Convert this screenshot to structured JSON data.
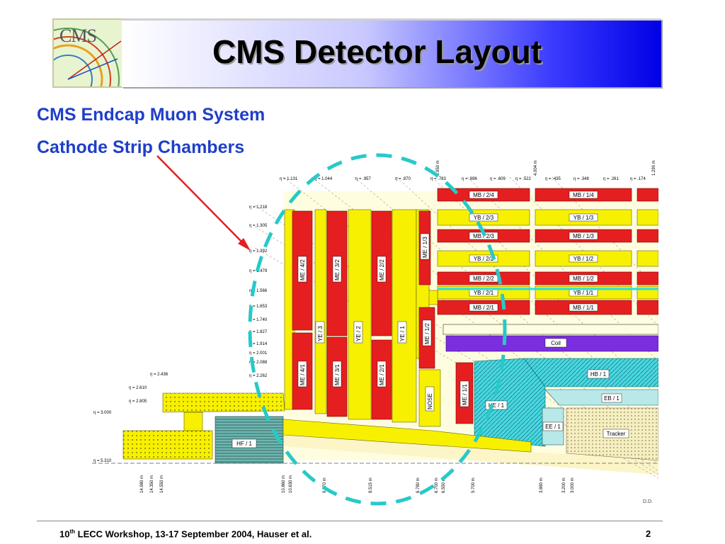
{
  "header": {
    "title": "CMS Detector Layout",
    "logo_text": "CMS"
  },
  "subtitles": {
    "line1": "CMS Endcap Muon System",
    "line2": "Cathode Strip Chambers"
  },
  "diagram": {
    "eta_labels": [
      "η = 1.131",
      "η = 1.044",
      "η = .957",
      "η = .870",
      "η = .783",
      "η = .696",
      "η = .609",
      "η = .522",
      "η = .435",
      "η = .348",
      "η = .261",
      "η = .174"
    ],
    "eta_left": [
      "η = 1.218",
      "η = 1.305",
      "η = 1.392",
      "η = 1.479",
      "η = 1.566",
      "η = 1.653",
      "η = 1.740",
      "η = 1.827",
      "η = 1.914",
      "η = 2.001",
      "η = 2.088",
      "η = 2.262",
      "η = 2.436",
      "η = 2.610",
      "η = 2.805",
      "η = 3.000",
      "η = 5.310"
    ],
    "barrel_rows": [
      {
        "label": "MB / 2/4",
        "label2": "MB / 1/4",
        "type": "mb"
      },
      {
        "label": "YB / 2/3",
        "label2": "YB / 1/3",
        "type": "yb"
      },
      {
        "label": "MB / 2/3",
        "label2": "MB / 1/3",
        "type": "mb"
      },
      {
        "label": "YB / 2/2",
        "label2": "YB / 1/2",
        "type": "yb"
      },
      {
        "label": "MB / 2/2",
        "label2": "MB / 1/2",
        "type": "mb"
      },
      {
        "label": "YB / 2/1",
        "label2": "YB / 1/1",
        "type": "yb"
      },
      {
        "label": "MB / 2/1",
        "label2": "MB / 1/1",
        "type": "mb"
      }
    ],
    "endcap_chambers": [
      "ME / 4/2",
      "ME / 3/2",
      "ME / 2/2",
      "ME / 1/3",
      "ME / 4/1",
      "ME / 3/1",
      "ME / 2/1",
      "ME / 1/2",
      "ME / 1/1"
    ],
    "yokes": [
      "YE / 3",
      "YE / 2",
      "YE / 1"
    ],
    "other_labels": {
      "coil": "Coil",
      "hb": "HB / 1",
      "eb": "EB / 1",
      "he": "HE / 1",
      "ee": "EE / 1",
      "hf": "HF / 1",
      "nose": "NOSE",
      "tracker": "Tracker",
      "credit": "D.D."
    },
    "z_labels": [
      "14.980 m",
      "14.350 m",
      "14.550 m",
      "10.860 m",
      "10.630 m",
      "9.770 m",
      "8.515 m",
      "6.780 m",
      "6.700 m",
      "6.550 m",
      "5.700 m",
      "3.880 m",
      "3.200 m",
      "3.000 m"
    ],
    "r_labels": [
      "6.950 m",
      "4.004 m",
      "1.290 m"
    ],
    "colors": {
      "chamber": "#e51f1f",
      "yoke": "#f7f000",
      "hcal": "#48d8e0",
      "ecal": "#b8e8e8",
      "coil": "#7a2ee0",
      "tracker": "#f4efc0",
      "annotation": "#27c9c9",
      "arrow": "#e02020"
    }
  },
  "footer": {
    "prefix": "10",
    "sup": "th",
    "text": " LECC Workshop, 13-17 September 2004, Hauser et al.",
    "page": "2"
  }
}
